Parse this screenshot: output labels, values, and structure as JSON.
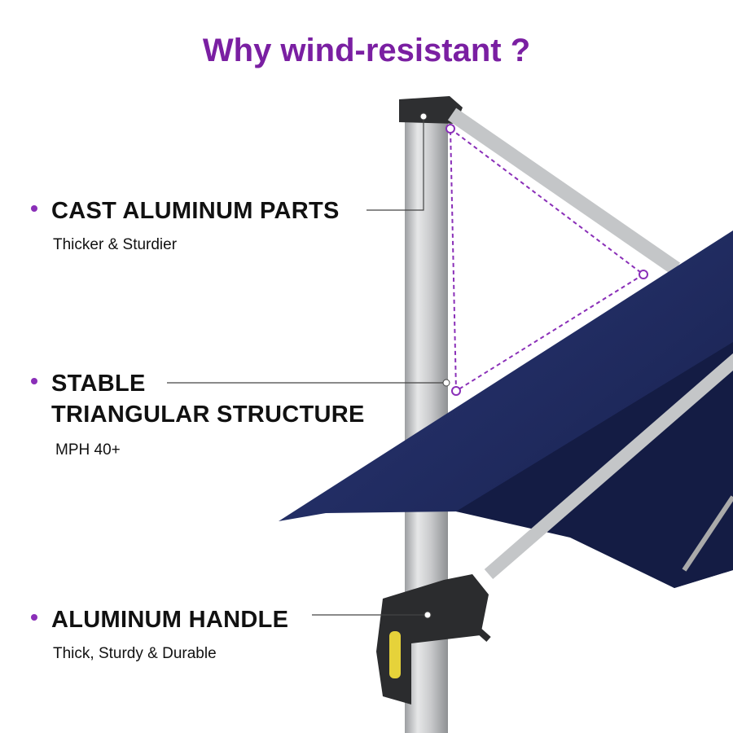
{
  "title": "Why wind-resistant ?",
  "features": [
    {
      "heading": "CAST ALUMINUM PARTS",
      "subtext": "Thicker & Sturdier"
    },
    {
      "heading_line1": "STABLE",
      "heading_line2": "TRIANGULAR STRUCTURE",
      "subtext": "MPH 40+"
    },
    {
      "heading": "ALUMINUM HANDLE",
      "subtext": "Thick, Sturdy & Durable"
    }
  ],
  "colors": {
    "accent": "#7a1fa2",
    "canopy": "#1e2a5e",
    "pole": "#c8c9cb"
  }
}
